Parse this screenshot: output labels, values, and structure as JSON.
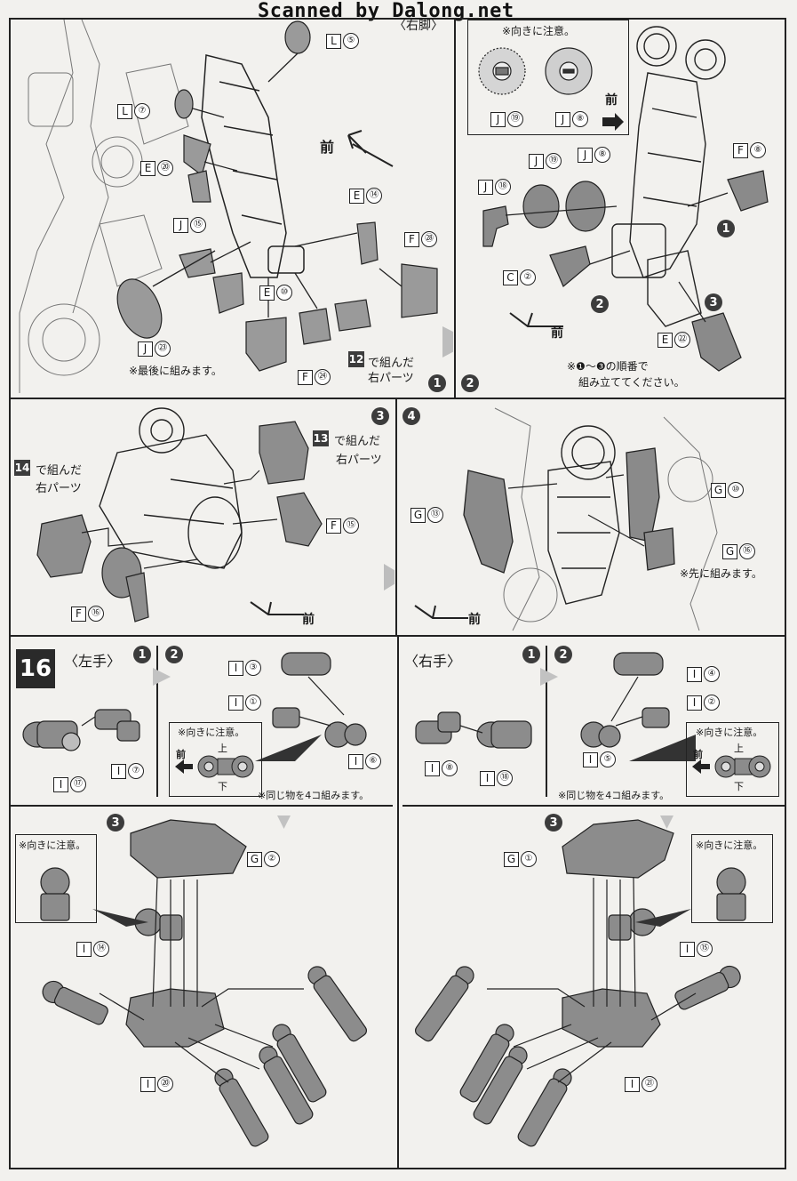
{
  "header": {
    "scan_credit": "Scanned by Dalong.net"
  },
  "top": {
    "leg_title": "〈右脚〉",
    "left_labels": {
      "l5": {
        "letter": "L",
        "num": "⑤"
      },
      "l7": {
        "letter": "L",
        "num": "⑦"
      },
      "e20": {
        "letter": "E",
        "num": "⑳"
      },
      "j15": {
        "letter": "J",
        "num": "⑮"
      },
      "j23": {
        "letter": "J",
        "num": "㉓"
      },
      "e14": {
        "letter": "E",
        "num": "⑭"
      },
      "f28": {
        "letter": "F",
        "num": "㉘"
      },
      "e10": {
        "letter": "E",
        "num": "⑩"
      },
      "f24": {
        "letter": "F",
        "num": "㉔"
      }
    },
    "front_label": "前",
    "last_note": "※最後に組みます。",
    "step12_num": "12",
    "step12_text1": "で組んだ",
    "step12_text2": "右パーツ",
    "steps_12": [
      "1",
      "2"
    ],
    "inset_note": "※向きに注意。",
    "inset_labels": {
      "j19": {
        "letter": "J",
        "num": "⑲"
      },
      "j8": {
        "letter": "J",
        "num": "⑧"
      }
    },
    "right_labels": {
      "j18": {
        "letter": "J",
        "num": "⑱"
      },
      "j19": {
        "letter": "J",
        "num": "⑲"
      },
      "j8": {
        "letter": "J",
        "num": "⑧"
      },
      "f8": {
        "letter": "F",
        "num": "⑧"
      },
      "c2": {
        "letter": "C",
        "num": "②"
      },
      "e22": {
        "letter": "E",
        "num": "㉒"
      }
    },
    "order_note1": "※❶〜❸の順番で",
    "order_note2": "組み立ててください。",
    "markers": [
      "1",
      "2",
      "3"
    ]
  },
  "middle": {
    "step3": "3",
    "step4": "4",
    "step13_num": "13",
    "step13_text1": "で組んだ",
    "step13_text2": "右パーツ",
    "step14_num": "14",
    "step14_text1": "で組んだ",
    "step14_text2": "右パーツ",
    "labels": {
      "f15": {
        "letter": "F",
        "num": "⑮"
      },
      "f16": {
        "letter": "F",
        "num": "⑯"
      },
      "g10": {
        "letter": "G",
        "num": "⑩"
      },
      "g13": {
        "letter": "G",
        "num": "⑬"
      },
      "g16": {
        "letter": "G",
        "num": "⑯"
      }
    },
    "front_label": "前",
    "first_note": "※先に組みます。"
  },
  "bottom": {
    "step_number": "16",
    "left_title": "〈左手〉",
    "right_title": "〈右手〉",
    "steps": [
      "1",
      "2",
      "3"
    ],
    "left_labels": {
      "i17": {
        "letter": "I",
        "num": "⑰"
      },
      "i7": {
        "letter": "I",
        "num": "⑦"
      },
      "i3": {
        "letter": "I",
        "num": "③"
      },
      "i1": {
        "letter": "I",
        "num": "①"
      },
      "i6": {
        "letter": "I",
        "num": "⑥"
      },
      "g2": {
        "letter": "G",
        "num": "②"
      },
      "i14": {
        "letter": "I",
        "num": "⑭"
      },
      "i20": {
        "letter": "I",
        "num": "⑳"
      }
    },
    "right_labels": {
      "i8": {
        "letter": "I",
        "num": "⑧"
      },
      "i18": {
        "letter": "I",
        "num": "⑱"
      },
      "i4": {
        "letter": "I",
        "num": "④"
      },
      "i2": {
        "letter": "I",
        "num": "②"
      },
      "i5": {
        "letter": "I",
        "num": "⑤"
      },
      "g1": {
        "letter": "G",
        "num": "①"
      },
      "i15": {
        "letter": "I",
        "num": "⑮"
      },
      "i21": {
        "letter": "I",
        "num": "㉑"
      }
    },
    "direction_note": "※向きに注意。",
    "up_label": "上",
    "down_label": "下",
    "front_label": "前",
    "four_note": "※同じ物を4コ組みます。"
  }
}
